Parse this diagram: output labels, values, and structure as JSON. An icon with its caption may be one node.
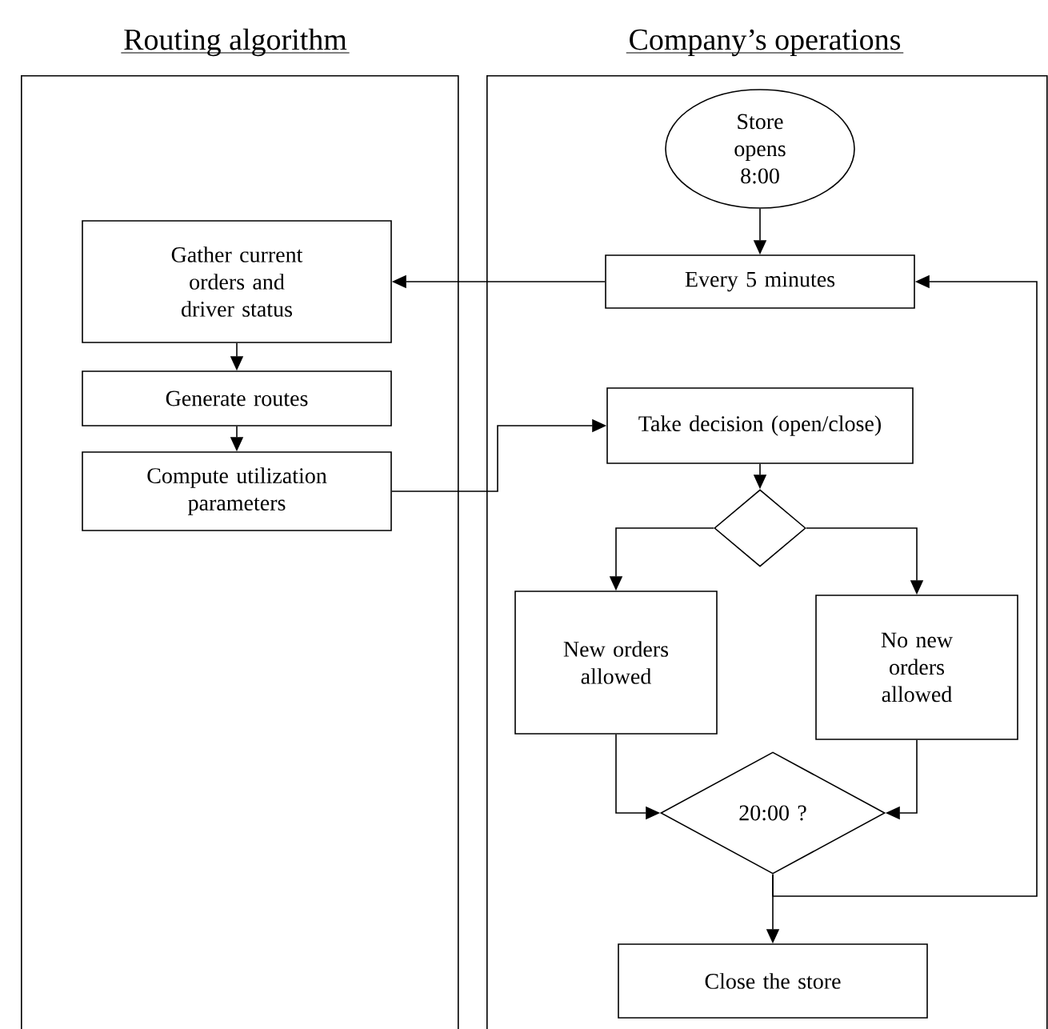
{
  "diagram": {
    "nodes": [
      {
        "text": [
          "Routing algorithm"
        ]
      },
      {
        "text": [
          "Company’s operations"
        ]
      },
      {
        "text": [
          "Gather current orders and driver status"
        ],
        "in": 0
      },
      {
        "text": [
          "Generate routes"
        ],
        "in": 0
      },
      {
        "text": [
          "Compute utilization parameters"
        ],
        "in": 0
      },
      {
        "text": [
          "Store opens 8:00"
        ],
        "in": 1
      },
      {
        "text": [
          "Every 5 minutes"
        ],
        "in": 1
      },
      {
        "text": [
          "Take decision (open/close)"
        ],
        "in": 1
      },
      {
        "text": [],
        "shape": "diamond",
        "in": 1
      },
      {
        "text": [
          "New orders allowed"
        ],
        "in": 1
      },
      {
        "text": [
          "No new orders allowed"
        ],
        "in": 1
      },
      {
        "text": [
          "20:00 ?"
        ],
        "in": 1
      },
      {
        "text": [
          "Close the store"
        ],
        "in": 1
      }
    ],
    "edges": [
      {
        "from": 5,
        "to": 6,
        "arrow": "to"
      },
      {
        "from": 6,
        "to": 2,
        "arrow": "to"
      },
      {
        "from": 2,
        "to": 3,
        "arrow": "to"
      },
      {
        "from": 3,
        "to": 4,
        "arrow": "to"
      },
      {
        "from": 4,
        "to": 7,
        "arrow": "to"
      },
      {
        "from": 7,
        "to": 8,
        "arrow": "to"
      },
      {
        "from": 8,
        "to": 9,
        "arrow": "to"
      },
      {
        "from": 8,
        "to": 10,
        "arrow": "to"
      },
      {
        "from": 9,
        "to": 11,
        "arrow": "to"
      },
      {
        "from": 10,
        "to": 11,
        "arrow": "to"
      },
      {
        "from": 11,
        "to": 12,
        "arrow": "to"
      },
      {
        "from": 11,
        "to": 6,
        "arrow": "to"
      }
    ]
  }
}
